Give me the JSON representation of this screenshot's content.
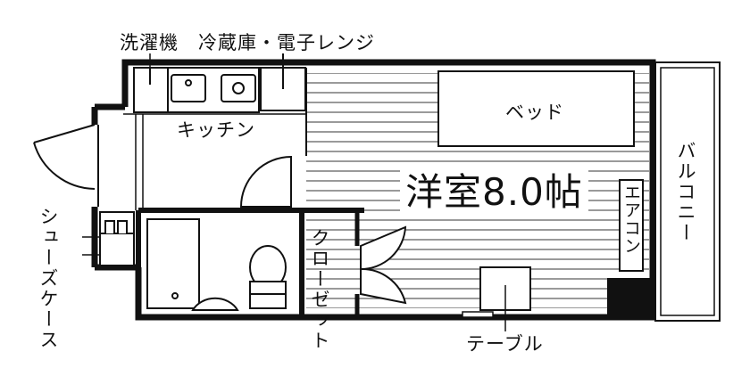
{
  "labels": {
    "washing_machine": "洗濯機",
    "fridge_microwave": "冷蔵庫・電子レンジ",
    "kitchen": "キッチン",
    "bed": "ベッド",
    "room": "洋室8.0帖",
    "balcony": "バルコニー",
    "air_conditioner": "エアコン",
    "closet": "クローゼット",
    "shoe_case": "シューズケース",
    "table": "テーブル"
  }
}
